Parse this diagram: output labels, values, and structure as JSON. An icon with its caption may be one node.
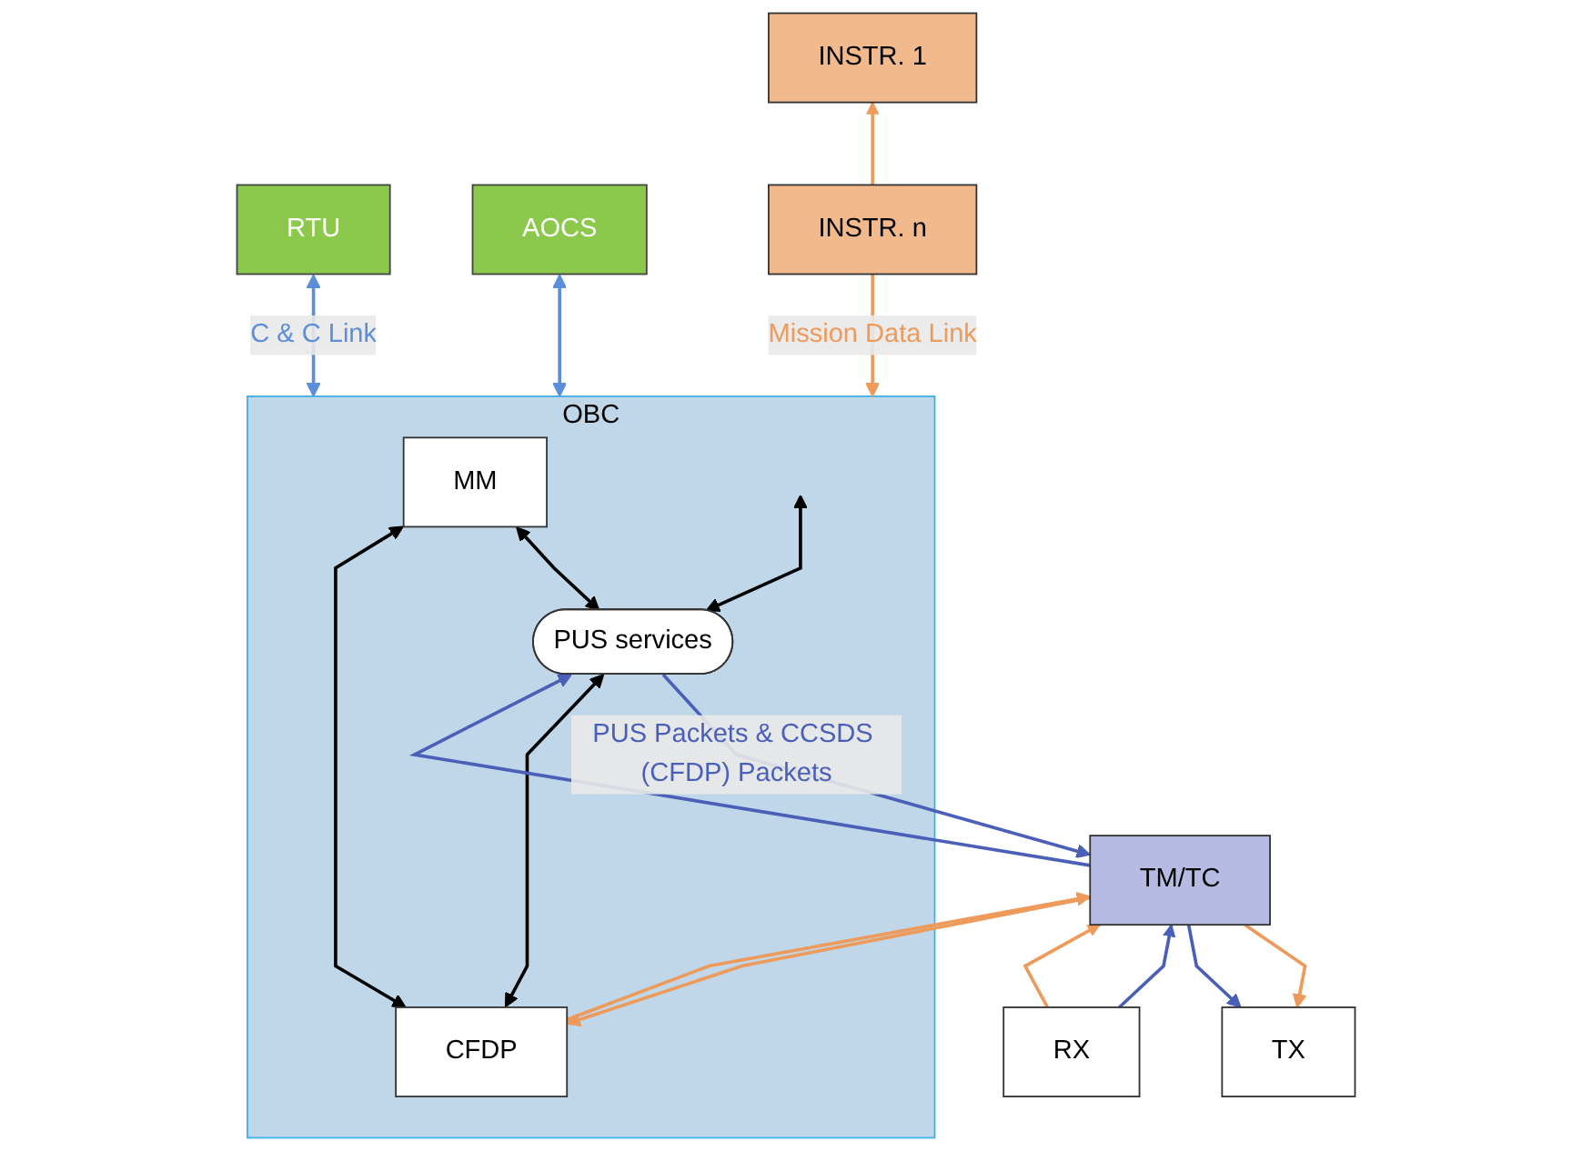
{
  "diagram": {
    "nodes": [
      {
        "text": [
          "RTU"
        ]
      },
      {
        "text": [
          "AOCS"
        ]
      },
      {
        "text": [
          "OBC"
        ]
      },
      {
        "text": [
          "MM"
        ],
        "in": 2
      },
      {
        "text": [
          "PUS services"
        ],
        "in": 2
      },
      {
        "text": [
          "CFDP"
        ],
        "in": 2
      },
      {
        "text": [
          "INSTR. 1"
        ]
      },
      {
        "text": [
          "INSTR. n"
        ]
      },
      {
        "text": [
          "TM/TC"
        ]
      },
      {
        "text": [
          "TX"
        ]
      },
      {
        "text": [
          "RX"
        ]
      }
    ],
    "edges": [
      {
        "from": 0,
        "to": 2,
        "arrow": "both",
        "label": "C & C Link",
        "color": "#5b8fd9"
      },
      {
        "from": 1,
        "to": 2,
        "arrow": "both",
        "color": "#5b8fd9"
      },
      {
        "from": 7,
        "to": 2,
        "arrow": "to",
        "label": "Mission Data Link",
        "color": "#ed9a5a"
      },
      {
        "from": 7,
        "to": 6,
        "arrow": "to",
        "color": "#ed9a5a"
      },
      {
        "from": null,
        "to": 4,
        "arrow": "both",
        "color": "#000000"
      },
      {
        "from": 3,
        "to": 4,
        "arrow": "both",
        "color": "#000000"
      },
      {
        "from": 3,
        "to": 5,
        "arrow": "both",
        "color": "#000000"
      },
      {
        "from": 5,
        "to": 4,
        "arrow": "both",
        "color": "#000000"
      },
      {
        "from": 5,
        "to": 8,
        "arrow": "to",
        "color": "#ed9a5a"
      },
      {
        "from": 8,
        "to": 5,
        "arrow": "to",
        "color": "#ed9a5a"
      },
      {
        "from": 8,
        "to": 4,
        "arrow": "to",
        "color": "#4a5fb8"
      },
      {
        "from": 4,
        "to": 8,
        "arrow": "to",
        "label": "PUS Packets & CCSDS (CFDP) Packets",
        "color": "#4a5fb8"
      },
      {
        "from": 8,
        "to": 9,
        "arrow": "to",
        "color": "#ed9a5a"
      },
      {
        "from": 8,
        "to": 9,
        "arrow": "to",
        "color": "#4a5fb8"
      },
      {
        "from": 10,
        "to": 8,
        "arrow": "to",
        "color": "#4a5fb8"
      },
      {
        "from": 10,
        "to": 8,
        "arrow": "to",
        "color": "#ed9a5a"
      }
    ]
  }
}
